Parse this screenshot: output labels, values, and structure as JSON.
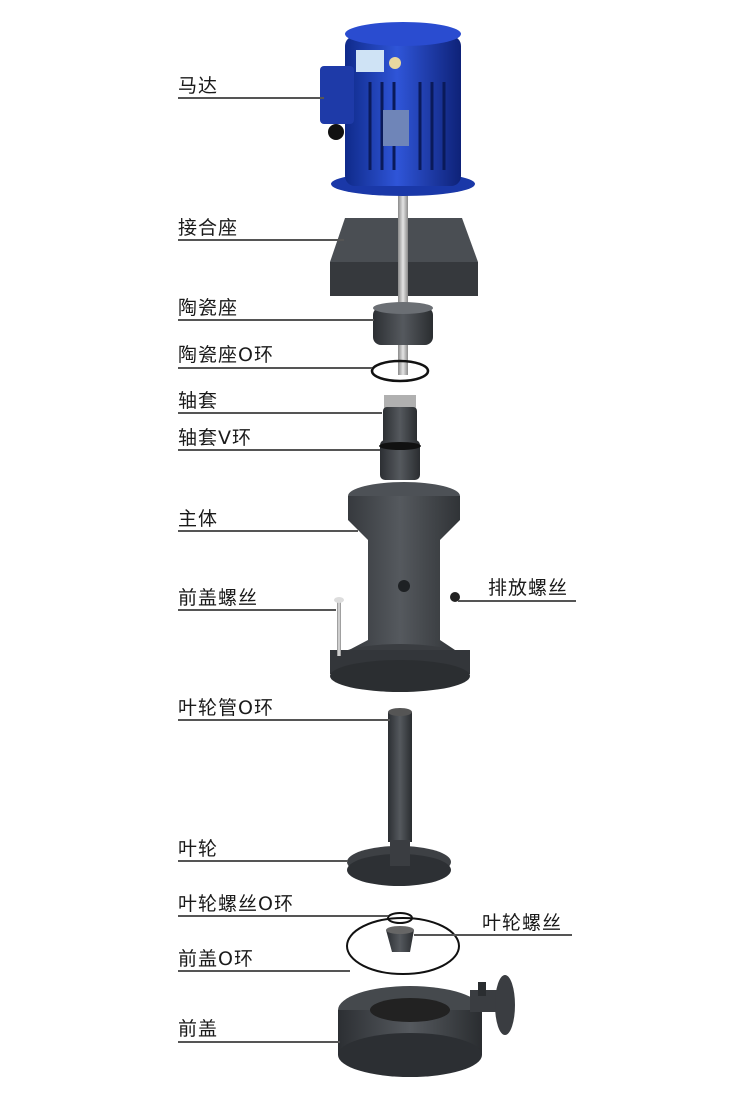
{
  "diagram": {
    "type": "exploded-view",
    "subject": "vertical chemical pump",
    "colors": {
      "motor_blue": "#1f3fb8",
      "plastic_gray": "#3e4246",
      "steel": "#b8b8b8",
      "leader_line": "#555555",
      "label_text": "#1a1a1a"
    },
    "labels_left": [
      {
        "id": "motor",
        "text": "马达"
      },
      {
        "id": "coupling-seat",
        "text": "接合座"
      },
      {
        "id": "ceramic-seat",
        "text": "陶瓷座"
      },
      {
        "id": "ceramic-seat-oring",
        "text": "陶瓷座O环"
      },
      {
        "id": "shaft-sleeve",
        "text": "轴套"
      },
      {
        "id": "shaft-sleeve-vring",
        "text": "轴套V环"
      },
      {
        "id": "main-body",
        "text": "主体"
      },
      {
        "id": "front-cover-screw",
        "text": "前盖螺丝"
      },
      {
        "id": "impeller-tube-oring",
        "text": "叶轮管O环"
      },
      {
        "id": "impeller",
        "text": "叶轮"
      },
      {
        "id": "impeller-screw-oring",
        "text": "叶轮螺丝O环"
      },
      {
        "id": "front-cover-oring",
        "text": "前盖O环"
      },
      {
        "id": "front-cover",
        "text": "前盖"
      }
    ],
    "labels_right": [
      {
        "id": "drain-screw",
        "text": "排放螺丝"
      },
      {
        "id": "impeller-screw",
        "text": "叶轮螺丝"
      }
    ]
  }
}
